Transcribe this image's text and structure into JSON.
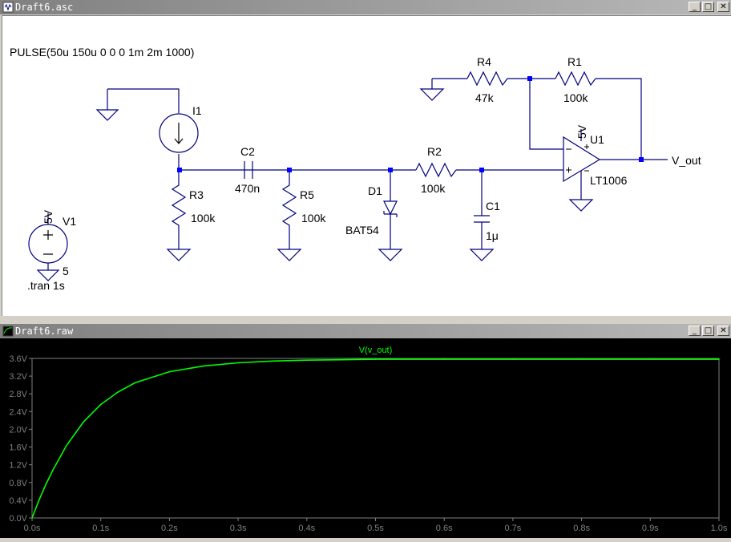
{
  "schematic_window": {
    "title": "Draft6.asc",
    "buttons": {
      "minimize": "_",
      "restore": "□",
      "close": "✕"
    },
    "directive_pulse": "PULSE(50u 150u 0 0 0 1m 2m 1000)",
    "directive_tran": ".tran 1s",
    "net_label": "V_out",
    "components": {
      "I1": {
        "ref": "I1"
      },
      "C2": {
        "ref": "C2",
        "value": "470n"
      },
      "R3": {
        "ref": "R3",
        "value": "100k"
      },
      "R5": {
        "ref": "R5",
        "value": "100k"
      },
      "D1": {
        "ref": "D1",
        "value": "BAT54"
      },
      "R2": {
        "ref": "R2",
        "value": "100k"
      },
      "C1": {
        "ref": "C1",
        "value": "1μ"
      },
      "R4": {
        "ref": "R4",
        "value": "47k"
      },
      "R1": {
        "ref": "R1",
        "value": "100k"
      },
      "U1": {
        "ref": "U1",
        "value": "LT1006",
        "supply": "5V"
      },
      "V1": {
        "ref": "V1",
        "value": "5V",
        "pin": "5"
      }
    }
  },
  "plot_window": {
    "title": "Draft6.raw",
    "buttons": {
      "minimize": "_",
      "restore": "□",
      "close": "✕"
    },
    "trace_color": "#00ff00",
    "background": "#000000"
  },
  "chart_data": {
    "type": "line",
    "title": "V(v_out)",
    "xlabel": "",
    "ylabel": "",
    "xlim": [
      0,
      1.0
    ],
    "ylim": [
      0,
      3.6
    ],
    "x_ticks": [
      "0.0s",
      "0.1s",
      "0.2s",
      "0.3s",
      "0.4s",
      "0.5s",
      "0.6s",
      "0.7s",
      "0.8s",
      "0.9s",
      "1.0s"
    ],
    "y_ticks": [
      "0.0V",
      "0.4V",
      "0.8V",
      "1.2V",
      "1.6V",
      "2.0V",
      "2.4V",
      "2.8V",
      "3.2V",
      "3.6V"
    ],
    "series": [
      {
        "name": "V(v_out)",
        "x": [
          0,
          0.01,
          0.02,
          0.03,
          0.05,
          0.075,
          0.1,
          0.125,
          0.15,
          0.2,
          0.25,
          0.3,
          0.35,
          0.4,
          0.45,
          0.5,
          0.6,
          0.7,
          0.8,
          0.9,
          1.0
        ],
        "y": [
          0,
          0.4,
          0.75,
          1.07,
          1.63,
          2.17,
          2.56,
          2.84,
          3.05,
          3.3,
          3.43,
          3.5,
          3.54,
          3.56,
          3.57,
          3.58,
          3.58,
          3.58,
          3.58,
          3.58,
          3.58
        ]
      }
    ]
  }
}
